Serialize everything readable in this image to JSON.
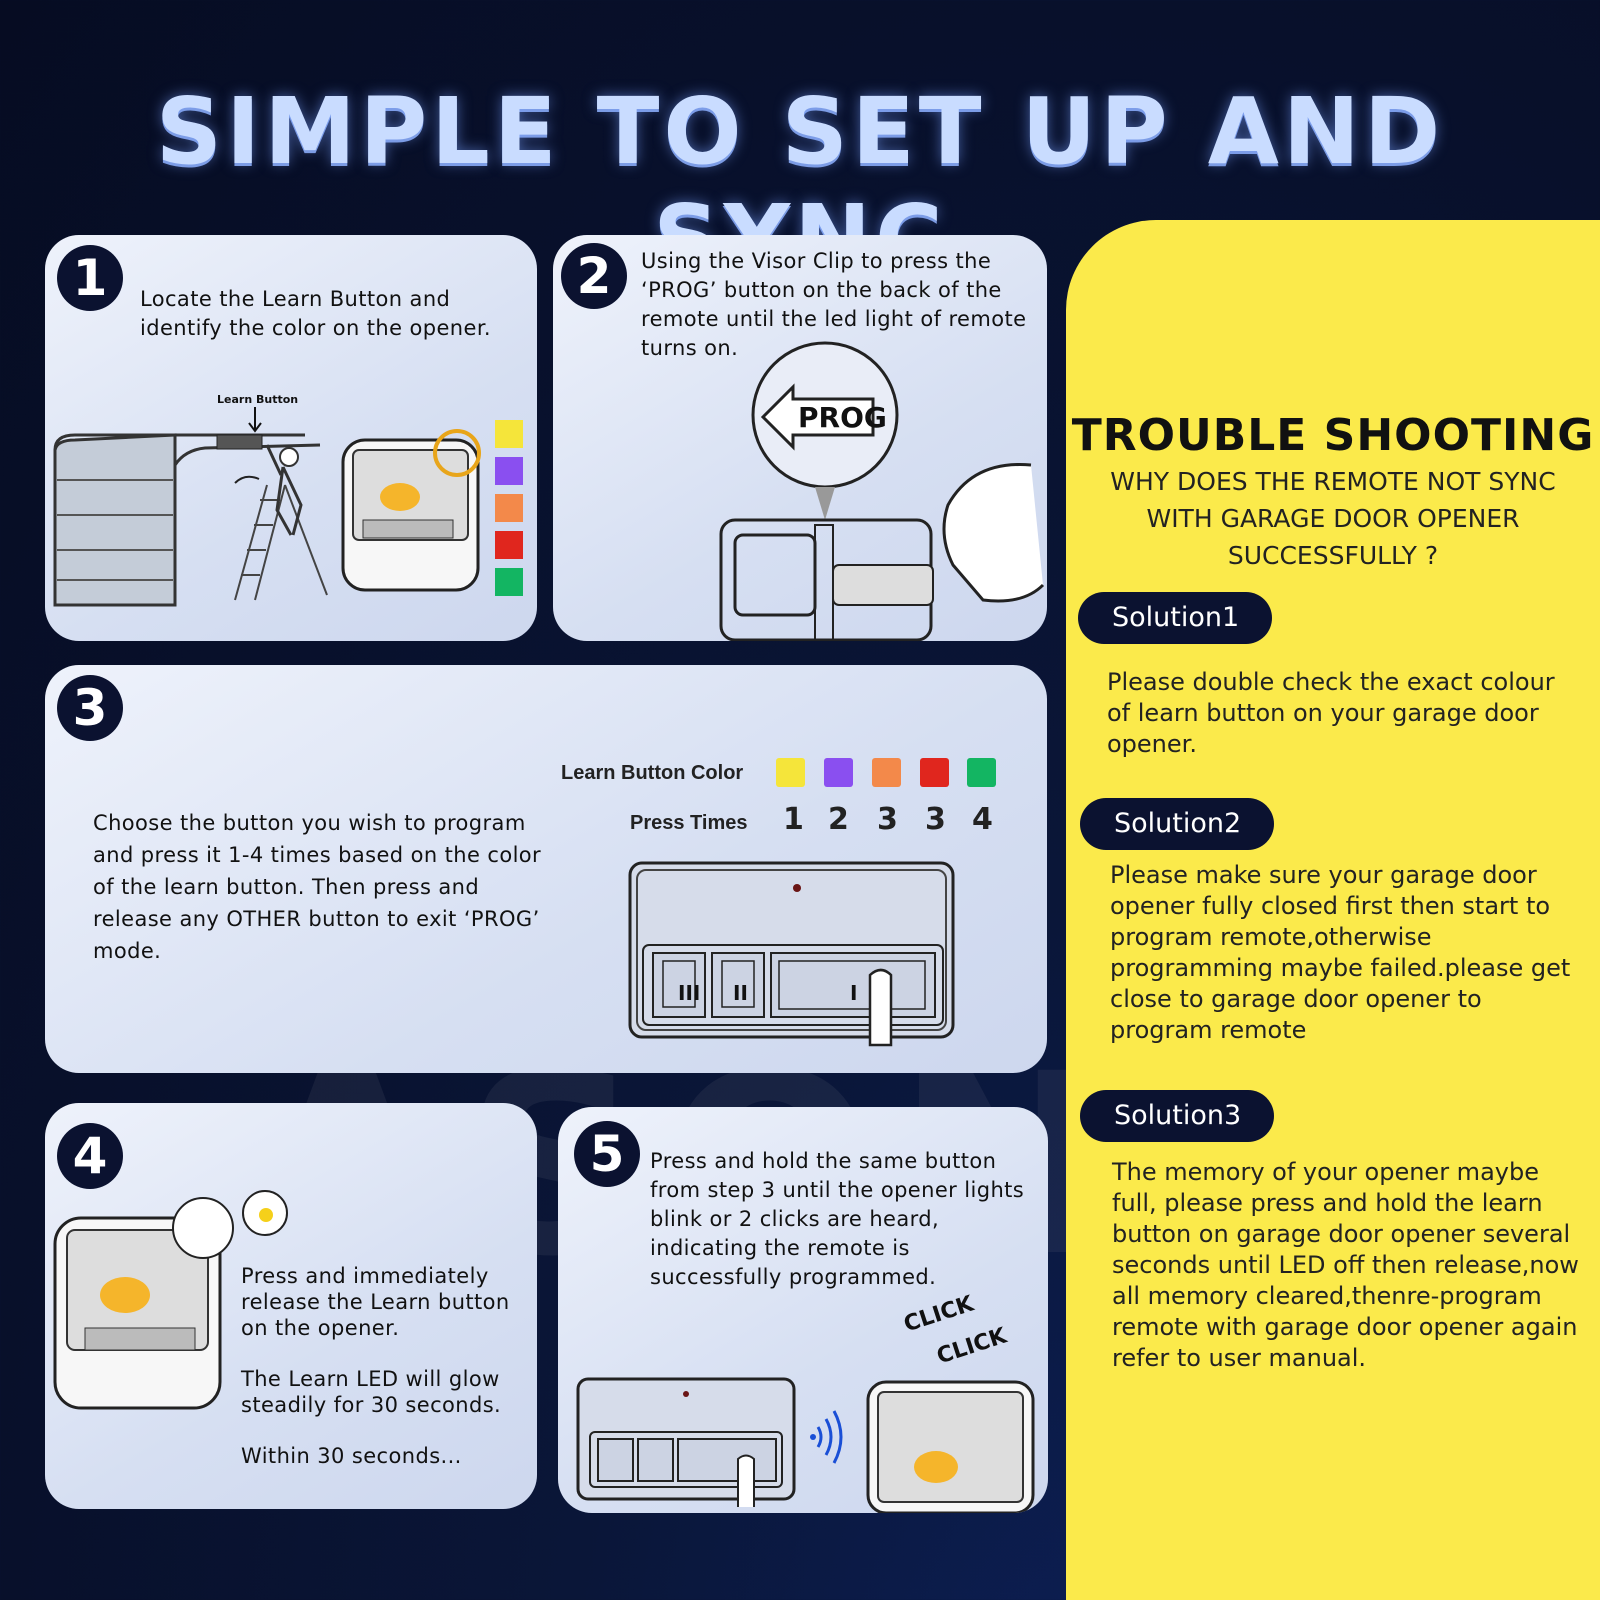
{
  "title": "SIMPLE TO SET UP AND SYNC",
  "steps": [
    {
      "number": "1",
      "text": "Locate the Learn Button and identify the color on the opener.",
      "callout": "Learn Button"
    },
    {
      "number": "2",
      "text": "Using the Visor Clip to press the ‘PROG’ button on the back of the remote until the led light of remote turns on.",
      "callout": "PROG"
    },
    {
      "number": "3",
      "text": "Choose the button you wish to program and press it 1-4 times based on the color of the learn button. Then press and release any OTHER button to exit ‘PROG’ mode.",
      "learn_color_label": "Learn Button Color",
      "press_times_label": "Press Times",
      "press_times": [
        "1",
        "2",
        "3",
        "3",
        "4"
      ]
    },
    {
      "number": "4",
      "text": "Press and immediately release the Learn button on the opener.",
      "text2": "The Learn LED will glow steadily for 30 seconds.",
      "text3": "Within 30 seconds..."
    },
    {
      "number": "5",
      "text": "Press and hold the same button from step 3 until the opener lights blink or 2 clicks are heard, indicating the remote is successfully programmed.",
      "click1": "CLICK",
      "click2": "CLICK"
    }
  ],
  "colors": {
    "yellow": "#f5e53a",
    "purple": "#8a4ff0",
    "orange": "#f3894a",
    "red": "#e0261e",
    "green": "#13b562",
    "panel_yellow": "#fbea4b",
    "navy": "#0b1230"
  },
  "troubleshooting": {
    "title": "TROUBLE SHOOTING",
    "subtitle": "WHY DOES THE REMOTE NOT SYNC WITH GARAGE DOOR OPENER SUCCESSFULLY ?",
    "solutions": [
      {
        "label": "Solution1",
        "text": "Please double check the exact colour of learn button on your garage door opener."
      },
      {
        "label": "Solution2",
        "text": "Please make sure your garage door opener fully closed first then start to program remote,otherwise programming maybe failed.please get close to garage door opener to program remote"
      },
      {
        "label": "Solution3",
        "text": "The memory of your opener maybe full, please press and hold the learn button on garage door opener several seconds until LED off then release,now all memory cleared,thenre-program remote with garage door opener again refer to user manual."
      }
    ]
  },
  "remote_buttons": [
    "III",
    "II",
    "I"
  ]
}
